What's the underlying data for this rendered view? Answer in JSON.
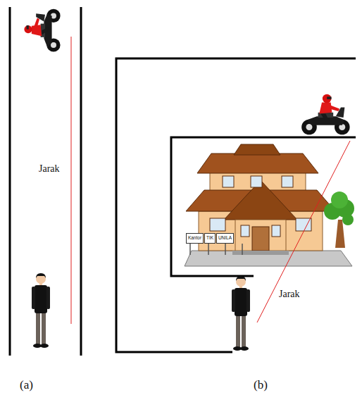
{
  "diagram": {
    "nodes": [
      {
        "text": [
          "Kantor"
        ]
      },
      {
        "text": [
          "TIK"
        ]
      },
      {
        "text": [
          "UNILA"
        ]
      }
    ],
    "labels": [
      "Jarak",
      "Jarak",
      "(a)",
      "(b)"
    ]
  }
}
